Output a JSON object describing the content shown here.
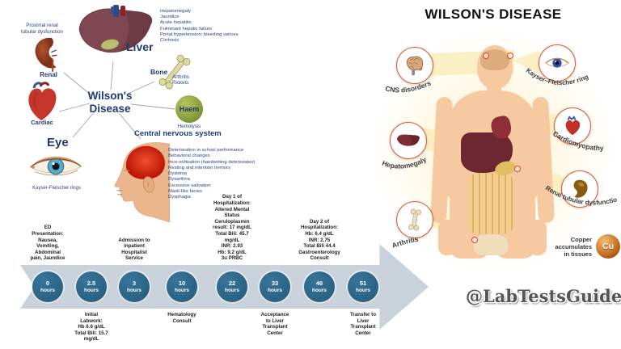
{
  "colors": {
    "navy_text": "#24417e",
    "timeline_circle": "#2a6b8c",
    "arrow_gray": "#c9d1da",
    "callout_ring": "#e05a2b",
    "skin": "#f6c9a0",
    "beam_yellow": "#fbeebc",
    "haem_green": "#94a83d"
  },
  "left_map": {
    "hub": "Wilson's\nDisease",
    "renal": {
      "note": "Proximal renal\ntubular dysfunction",
      "label": "Renal"
    },
    "liver": {
      "label": "Liver",
      "items": [
        "Hepatomegaly",
        "Jaundice",
        "Acute hepatitis",
        "Fulminant hepatic failure",
        "Portal hypertension: bleeding varices",
        "Cirrhosis"
      ]
    },
    "bone": {
      "label": "Bone",
      "items": [
        "Arthritis",
        "Rickets"
      ]
    },
    "haem": {
      "label": "Haem",
      "note": "Hemolysis"
    },
    "cardiac": {
      "label": "Cardiac"
    },
    "eye": {
      "label": "Eye",
      "note": "Kayser-Fleischer rings"
    },
    "cns": {
      "label": "Central nervous system",
      "items": [
        "Deterioration in school performance",
        "Behavioral changes",
        "Inco-ordination (handwriting deteriorates)",
        "Resting and intention tremors",
        "Dystonia",
        "Dysarthria",
        "Excessive salivation",
        "Mask-like facies",
        "Dysphagia"
      ]
    }
  },
  "timeline": {
    "milestones": [
      {
        "time": "0",
        "unit": "hours",
        "above": "ED\nPresentation:\nNausea,\nVomiting,\nAbdominal\npain, Jaundice",
        "below": ""
      },
      {
        "time": "2.5",
        "unit": "hours",
        "above": "",
        "below": "Initial\nLabwork:\nHb 6.6 g/dL\nTotal Bili: 15.7\nmg/dL"
      },
      {
        "time": "3",
        "unit": "hours",
        "above": "Admission to\ninpatient\nHospitalist\nService",
        "below": ""
      },
      {
        "time": "10",
        "unit": "hours",
        "above": "",
        "below": "Hematology\nConsult"
      },
      {
        "time": "22",
        "unit": "hours",
        "above": "Day 1 of\nHospitalization:\nAltered Mental\nStatus\nCeruloplasmin\nresult: 17 mg/dL\nTotal Bili: 45.7\nmg/dL\nINR: 2.93\nHb: 9.2 g/dL\n3u PRBC",
        "below": ""
      },
      {
        "time": "33",
        "unit": "hours",
        "above": "",
        "below": "Acceptance\nto Liver\nTransplant\nCenter"
      },
      {
        "time": "46",
        "unit": "hours",
        "above": "Day 2 of\nHospitalization:\nHb: 6.4 g/dL\nINR: 2.75\nTotal Bili 44.4\nGastroenterology\nConsult",
        "below": ""
      },
      {
        "time": "51",
        "unit": "hours",
        "above": "",
        "below": "Transfer to\nLiver\nTransplant\nCenter"
      }
    ]
  },
  "infographic": {
    "title": "WILSON'S DISEASE",
    "callouts": {
      "cns": "CNS disorders",
      "kayser": "Kayser–Fleischer ring",
      "hepatomegaly": "Hepatomegaly",
      "cardiomyopathy": "Cardiomyopathy",
      "renal": "Renal tubular dysfunction",
      "arthritis": "Arthritis"
    },
    "copper_note": "Copper\naccumulates\nin tissues",
    "cu_symbol": "Cu",
    "watermark": "@LabTestsGuide"
  }
}
